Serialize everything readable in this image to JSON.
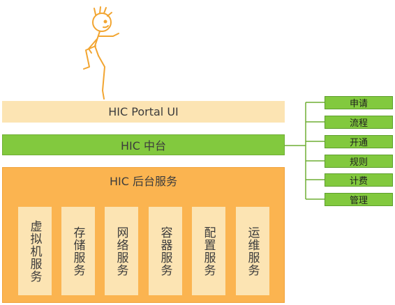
{
  "layers": {
    "portal": "HIC Portal UI",
    "middle": "HIC 中台",
    "backend": "HIC 后台服务"
  },
  "services": [
    "虚拟机服务",
    "存储服务",
    "网络服务",
    "容器服务",
    "配置服务",
    "运维服务"
  ],
  "functions": [
    "申请",
    "流程",
    "开通",
    "规则",
    "计费",
    "管理"
  ],
  "colors": {
    "portal": "#fce4b3",
    "middle": "#82c93e",
    "backend": "#fbb450",
    "service": "#fce4b3",
    "function": "#82c93e",
    "runner": "#f2a531"
  }
}
